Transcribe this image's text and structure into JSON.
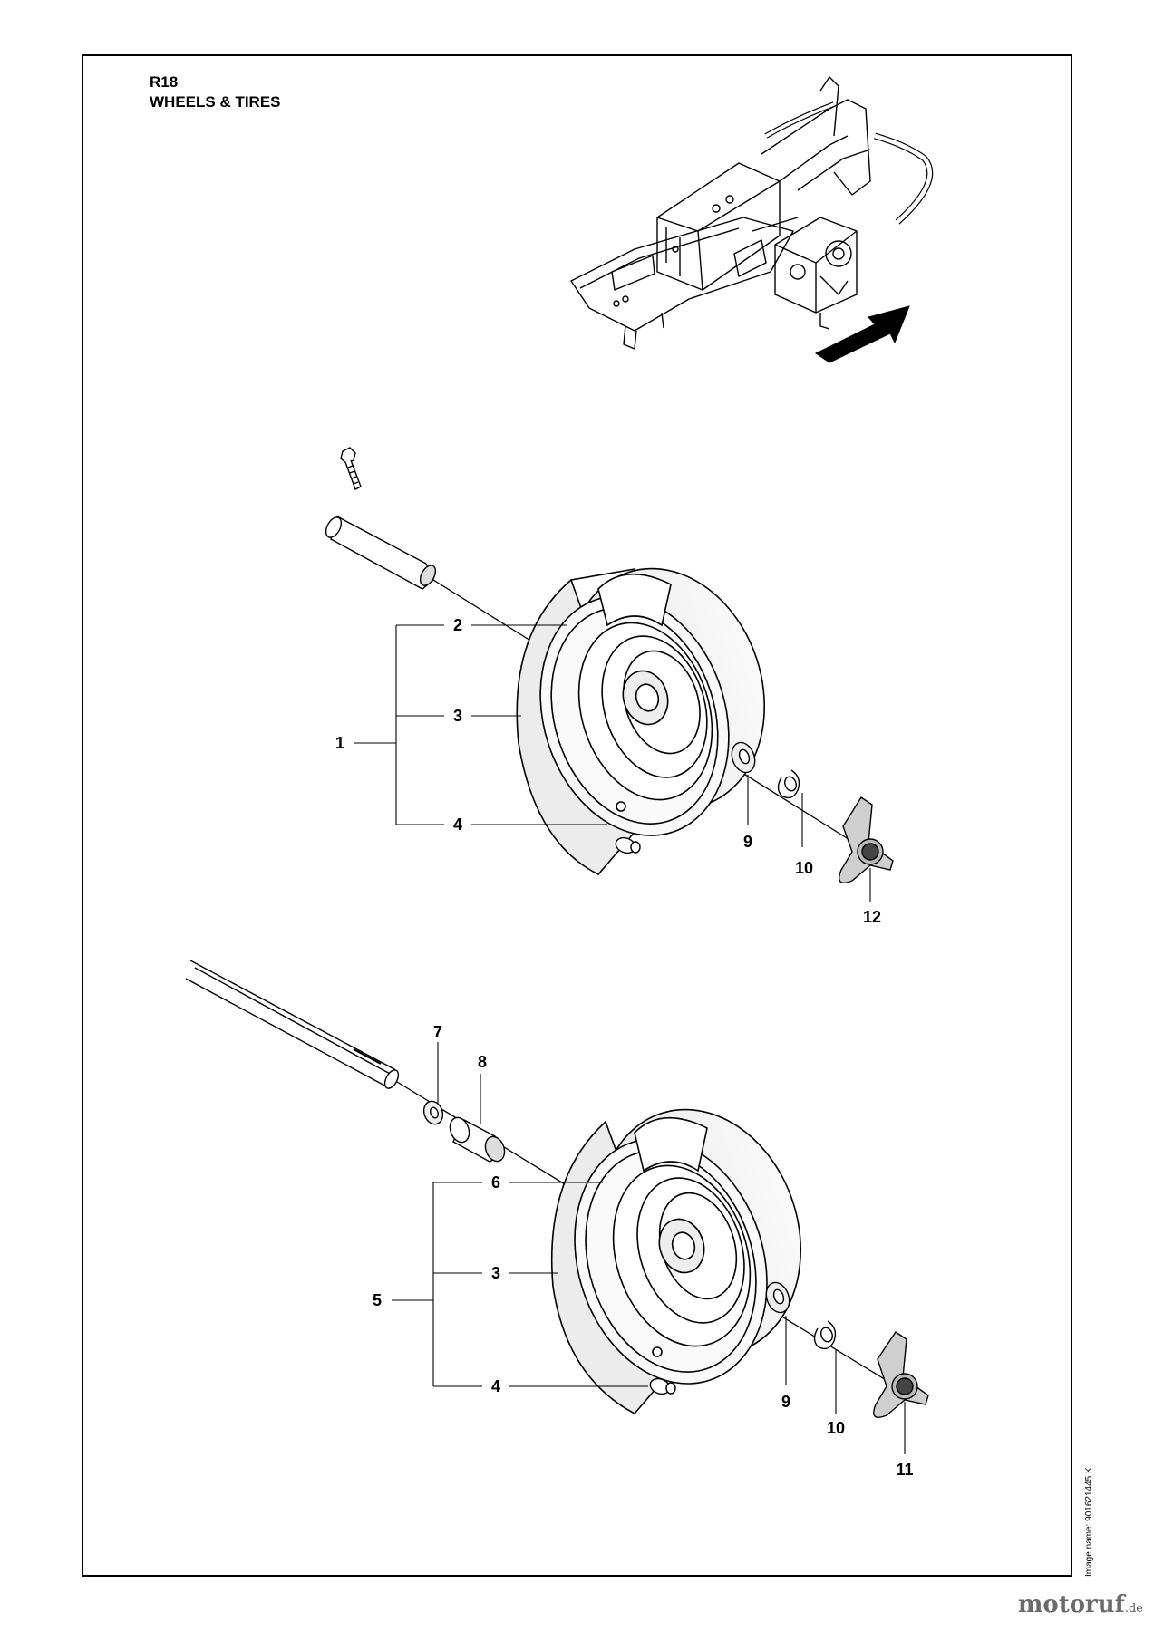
{
  "header": {
    "model": "R18",
    "section": "WHEELS & TIRES"
  },
  "callouts": {
    "top": {
      "c1": "1",
      "c2": "2",
      "c3": "3",
      "c4": "4",
      "c9": "9",
      "c10": "10",
      "c12": "12"
    },
    "bottom": {
      "c5": "5",
      "c6": "6",
      "c3": "3",
      "c4": "4",
      "c7": "7",
      "c8": "8",
      "c9": "9",
      "c10": "10",
      "c11": "11"
    }
  },
  "image_name": "Image name: 901621445 K",
  "watermark": {
    "brand": "motoruf",
    "domain": ".de"
  },
  "colors": {
    "line": "#000000",
    "tire_fill": "#f2f2f2",
    "watermark": "#6b6b6b"
  }
}
